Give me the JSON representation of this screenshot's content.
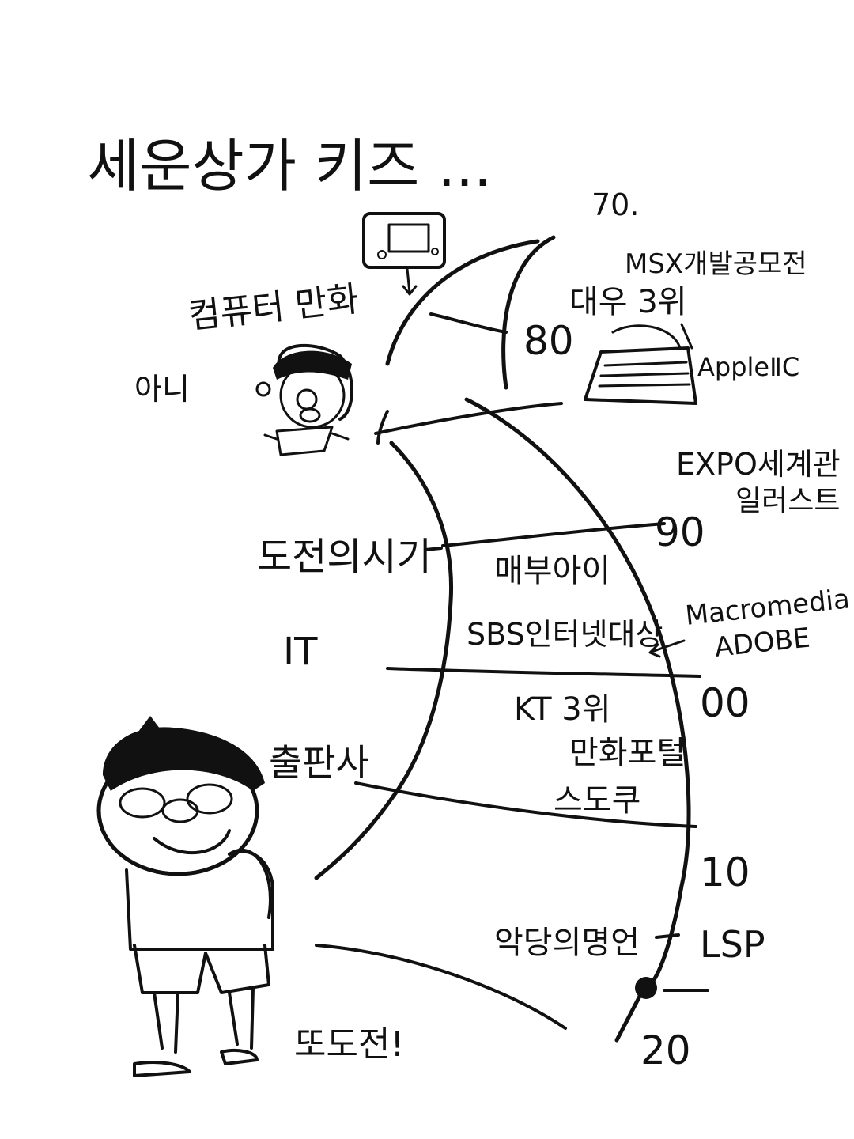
{
  "title": "세운상가 키즈 ...",
  "decades": {
    "d70": "70.",
    "d80": "80",
    "d90": "90",
    "d00": "00",
    "d10": "10",
    "d20": "20"
  },
  "left_labels": {
    "computer_comic": "컴퓨터 만화",
    "no": "아니",
    "era_challenge": "도전의시기",
    "it": "IT",
    "publisher": "출판사",
    "again_challenge": "또도전!"
  },
  "center_labels": {
    "maegaaei": "매부아이",
    "sbs": "SBS인터넷대상",
    "kt": "KT 3위",
    "manhwa_portal": "만화포털",
    "stoku": "스도쿠",
    "villain_quote": "악당의명언"
  },
  "right_labels": {
    "msx": "MSX개발공모전",
    "daewoo": "대우 3위",
    "apple": "AppleⅡC",
    "expo": "EXPO세계관",
    "illust": "일러스트",
    "macromedia": "Macromedia",
    "adobe": "ADOBE",
    "lsp": "LSP"
  },
  "colors": {
    "ink": "#111111",
    "paper": "#ffffff"
  }
}
